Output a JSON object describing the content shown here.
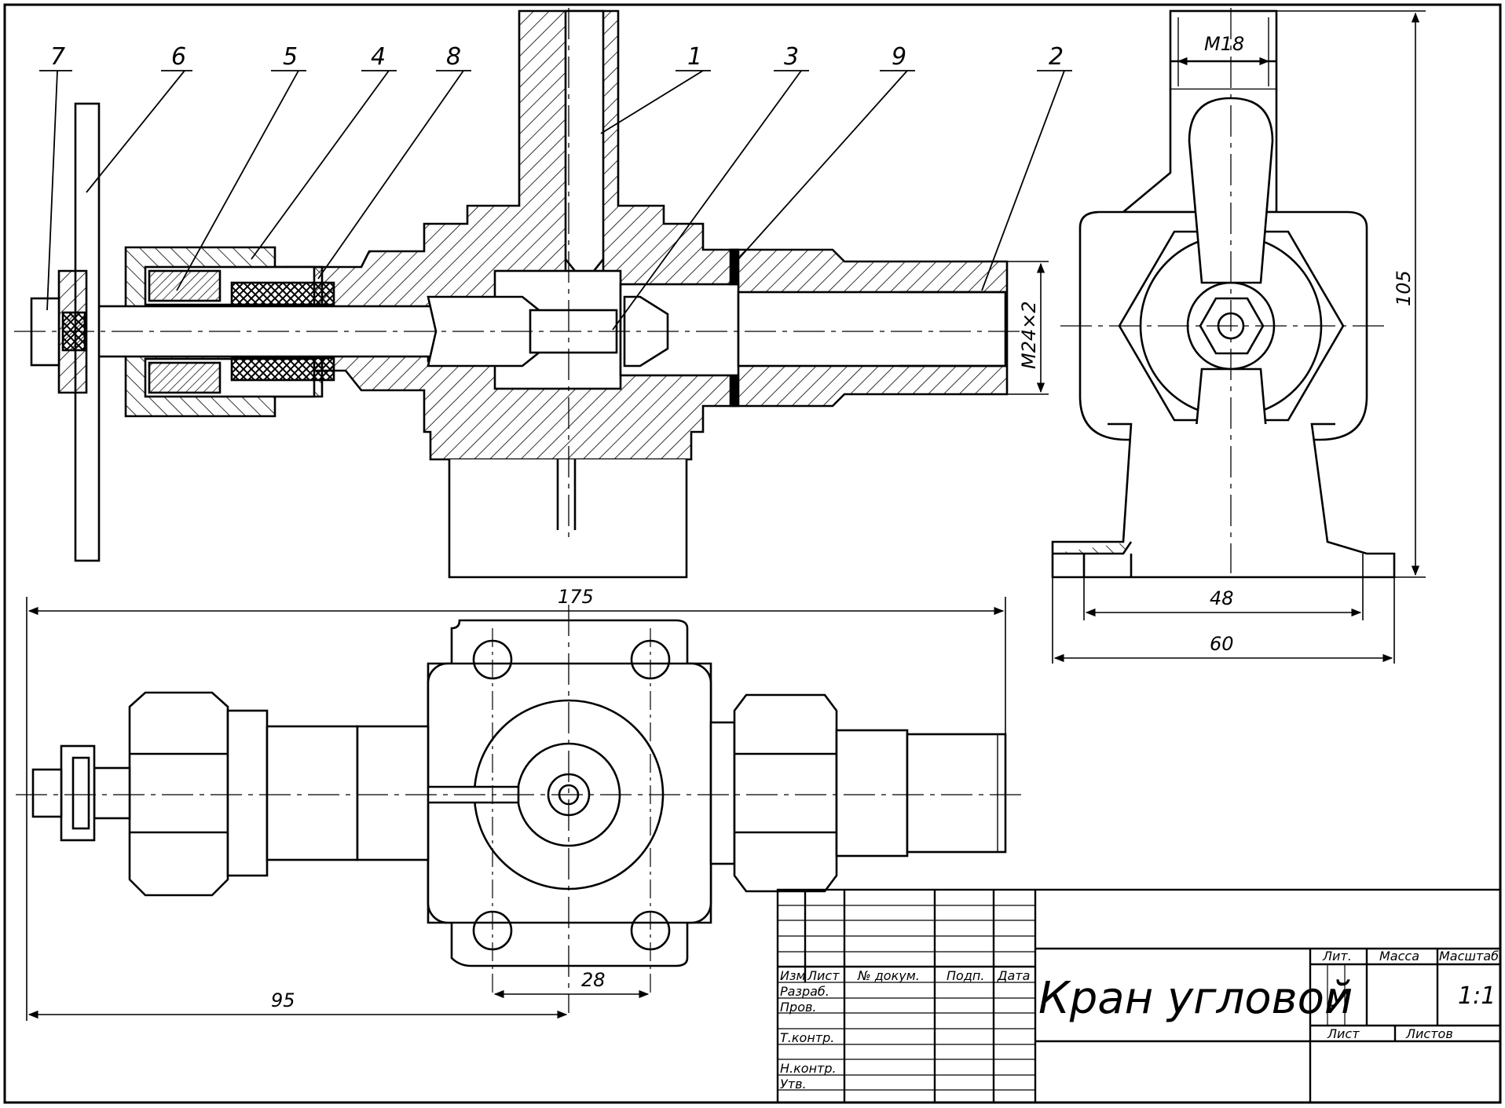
{
  "drawing": {
    "title": "Кран угловой",
    "part_numbers": [
      "7",
      "6",
      "5",
      "4",
      "8",
      "1",
      "3",
      "9",
      "2"
    ],
    "thread_labels": {
      "outlet_thread": "M24×2",
      "top_thread": "M18"
    },
    "dimensions": {
      "height": "105",
      "foot_holes": "48",
      "foot_width": "60",
      "overall_length": "175",
      "to_axis": "95",
      "flange_holes": "28"
    }
  },
  "title_block": {
    "revision_headers": [
      "Изм",
      "Лист",
      "№ докум.",
      "Подп.",
      "Дата"
    ],
    "roles": [
      "Разраб.",
      "Пров.",
      "Т.контр.",
      "Н.контр.",
      "Утв."
    ],
    "lit_header": "Лит.",
    "mass_header": "Масса",
    "scale_header": "Масштаб",
    "lit_value": "У",
    "scale_value": "1:1",
    "sheet_label": "Лист",
    "sheets_label": "Листов"
  }
}
